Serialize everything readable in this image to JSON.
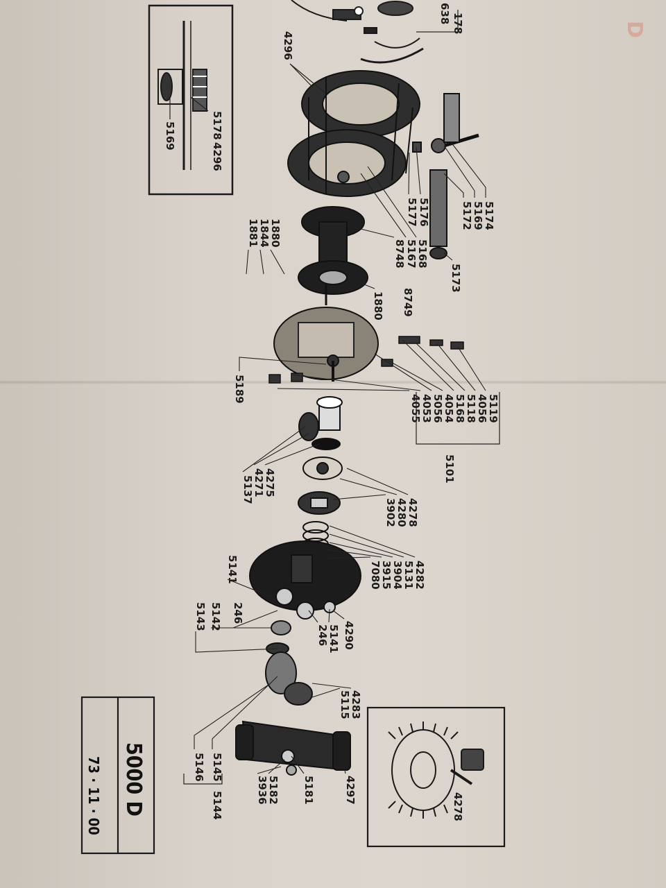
{
  "sheet": {
    "model": "5000 D",
    "date": "73 · 11 · 00",
    "header_fragments": [
      "178",
      "638"
    ],
    "corner_mark": "D"
  },
  "callouts": {
    "c4296": "4296",
    "c5174": "5174",
    "c5169": "5169",
    "c5172": "5172",
    "c5173": "5173",
    "c5176": "5176",
    "c5177": "5177",
    "c5168a": "5168",
    "c5167": "5167",
    "c8748": "8748",
    "c8749": "8749",
    "c1880a": "1880",
    "c1844": "1844",
    "c1881": "1881",
    "c1880b": "1880",
    "c5119": "5119",
    "c4056": "4056",
    "c5118": "5118",
    "c5168b": "5168",
    "c4054": "4054",
    "c5056": "5056",
    "c4053": "4053",
    "c4055": "4055",
    "c5101": "5101",
    "c5189": "5189",
    "c4275": "4275",
    "c4271": "4271",
    "c5137": "5137",
    "c4278a": "4278",
    "c4280": "4280",
    "c3902": "3902",
    "c4282": "4282",
    "c5131": "5131",
    "c3904": "3904",
    "c3915": "3915",
    "c7080": "7080",
    "c5141a": "5141",
    "c246a": "246",
    "c5142": "5142",
    "c5143": "5143",
    "c246b": "246",
    "c5141b": "5141",
    "c4290": "4290",
    "c4283": "4283",
    "c5115": "5115",
    "c4297": "4297",
    "c5181": "5181",
    "c5182": "5182",
    "c3936": "3936",
    "c5146": "5146",
    "c5145": "5145",
    "c5144": "5144",
    "c4278b": "4278",
    "c5178": "5178",
    "c4296b": "4296",
    "c5169b": "5169"
  }
}
